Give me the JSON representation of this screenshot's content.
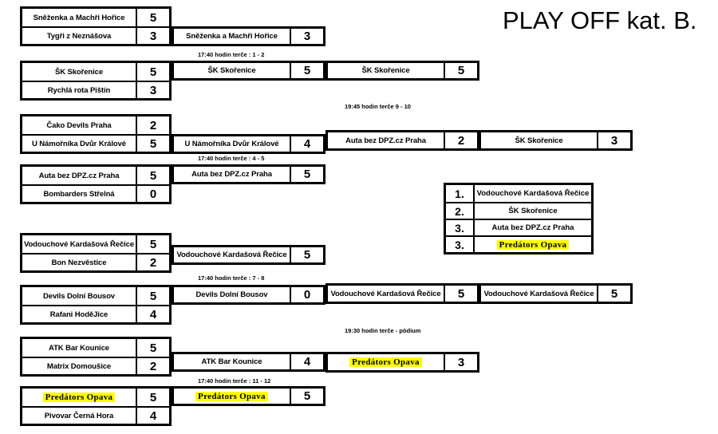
{
  "title": "PLAY OFF kat. B.",
  "colors": {
    "highlight": "#ffff00",
    "border": "#000000",
    "background": "#ffffff"
  },
  "captions": {
    "r1_1": "17:40 hodin terče : 1 - 2",
    "r1_2": "17:40 hodin terče : 4 - 5",
    "r1_3": "17:40 hodin terče : 7 - 8",
    "r1_4": "17:40 hodin terče : 11 - 12",
    "r3_top": "19:45 hodin terče 9 - 10",
    "r3_bottom": "19:30 hodin terče - pódium"
  },
  "matches": {
    "m1": {
      "rows": [
        {
          "team": "Sněženka a Machři Hořice",
          "score": "5",
          "highlight": false
        },
        {
          "team": "Tygři z Neznášova",
          "score": "3",
          "highlight": false
        }
      ]
    },
    "m2": {
      "rows": [
        {
          "team": "ŠK Skořenice",
          "score": "5",
          "highlight": false
        },
        {
          "team": "Rychlá rota Pištín",
          "score": "3",
          "highlight": false
        }
      ]
    },
    "m3": {
      "rows": [
        {
          "team": "Čako Devils Praha",
          "score": "2",
          "highlight": false
        },
        {
          "team": "U Námořníka Dvůr Králové",
          "score": "5",
          "highlight": false
        }
      ]
    },
    "m4": {
      "rows": [
        {
          "team": "Auta bez DPZ.cz Praha",
          "score": "5",
          "highlight": false
        },
        {
          "team": "Bombarders Střelná",
          "score": "0",
          "highlight": false
        }
      ]
    },
    "m5": {
      "rows": [
        {
          "team": "Vodouchové Kardašová Řečice",
          "score": "5",
          "highlight": false
        },
        {
          "team": "Bon Nezvěstice",
          "score": "2",
          "highlight": false
        }
      ]
    },
    "m6": {
      "rows": [
        {
          "team": "Devils Dolní Bousov",
          "score": "5",
          "highlight": false
        },
        {
          "team": "Rafani HoděJice",
          "score": "4",
          "highlight": false
        }
      ]
    },
    "m7": {
      "rows": [
        {
          "team": "ATK Bar Kounice",
          "score": "5",
          "highlight": false
        },
        {
          "team": "Matrix Domoušice",
          "score": "2",
          "highlight": false
        }
      ]
    },
    "m8": {
      "rows": [
        {
          "team": "Predátors Opava",
          "score": "5",
          "highlight": true
        },
        {
          "team": "Pivovar Černá Hora",
          "score": "4",
          "highlight": false
        }
      ]
    },
    "r2_1": {
      "rows": [
        {
          "team": "Sněženka a Machři Hořice",
          "score": "3",
          "highlight": false
        }
      ]
    },
    "r2_2": {
      "rows": [
        {
          "team": "ŠK Skořenice",
          "score": "5",
          "highlight": false
        }
      ]
    },
    "r2_3": {
      "rows": [
        {
          "team": "U Námořníka Dvůr Králové",
          "score": "4",
          "highlight": false
        }
      ]
    },
    "r2_4": {
      "rows": [
        {
          "team": "Auta bez DPZ.cz Praha",
          "score": "5",
          "highlight": false
        }
      ]
    },
    "r2_5": {
      "rows": [
        {
          "team": "Vodouchové Kardašová Řečice",
          "score": "5",
          "highlight": false
        }
      ]
    },
    "r2_6": {
      "rows": [
        {
          "team": "Devils Dolní Bousov",
          "score": "0",
          "highlight": false
        }
      ]
    },
    "r2_7": {
      "rows": [
        {
          "team": "ATK Bar Kounice",
          "score": "4",
          "highlight": false
        }
      ]
    },
    "r2_8": {
      "rows": [
        {
          "team": "Predátors Opava",
          "score": "5",
          "highlight": true
        }
      ]
    },
    "r3_1": {
      "rows": [
        {
          "team": "ŠK Skořenice",
          "score": "5",
          "highlight": false
        }
      ]
    },
    "r3_2": {
      "rows": [
        {
          "team": "Auta bez DPZ.cz Praha",
          "score": "2",
          "highlight": false
        }
      ]
    },
    "r3_3": {
      "rows": [
        {
          "team": "Vodouchové Kardašová Řečice",
          "score": "5",
          "highlight": false
        }
      ]
    },
    "r3_4": {
      "rows": [
        {
          "team": "Predátors Opava",
          "score": "3",
          "highlight": true
        }
      ]
    },
    "r4_1": {
      "rows": [
        {
          "team": "ŠK Skořenice",
          "score": "3",
          "highlight": false
        }
      ]
    },
    "r4_2": {
      "rows": [
        {
          "team": "Vodouchové Kardašová Řečice",
          "score": "5",
          "highlight": false
        }
      ]
    }
  },
  "standings": {
    "rows": [
      {
        "rank": "1.",
        "team": "Vodouchové Kardašová Řečice",
        "highlight": false
      },
      {
        "rank": "2.",
        "team": "ŠK Skořenice",
        "highlight": false
      },
      {
        "rank": "3.",
        "team": "Auta bez DPZ.cz Praha",
        "highlight": false
      },
      {
        "rank": "3.",
        "team": "Predátors Opava",
        "highlight": true
      }
    ]
  }
}
